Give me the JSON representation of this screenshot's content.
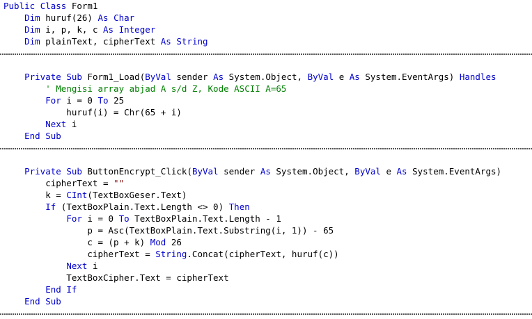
{
  "editor": {
    "language": "Visual Basic .NET",
    "background_color": "#ffffff",
    "colors": {
      "keyword": "#0000cd",
      "comment": "#008000",
      "string": "#8b1a1a",
      "plain": "#000000",
      "separator": "#555555"
    }
  },
  "lines": [
    {
      "type": "code",
      "indent": 0,
      "text": "Public Class Form1",
      "tokens": [
        {
          "t": "Public",
          "c": "kw"
        },
        {
          "t": " ",
          "c": "pln"
        },
        {
          "t": "Class",
          "c": "kw"
        },
        {
          "t": " Form1",
          "c": "pln"
        }
      ]
    },
    {
      "type": "code",
      "indent": 4,
      "text": "    Dim huruf(26) As Char",
      "tokens": [
        {
          "t": "    ",
          "c": "pln"
        },
        {
          "t": "Dim",
          "c": "kw"
        },
        {
          "t": " huruf(26) ",
          "c": "pln"
        },
        {
          "t": "As",
          "c": "kw"
        },
        {
          "t": " ",
          "c": "pln"
        },
        {
          "t": "Char",
          "c": "kw"
        }
      ]
    },
    {
      "type": "code",
      "indent": 4,
      "text": "    Dim i, p, k, c As Integer",
      "tokens": [
        {
          "t": "    ",
          "c": "pln"
        },
        {
          "t": "Dim",
          "c": "kw"
        },
        {
          "t": " i, p, k, c ",
          "c": "pln"
        },
        {
          "t": "As",
          "c": "kw"
        },
        {
          "t": " ",
          "c": "pln"
        },
        {
          "t": "Integer",
          "c": "kw"
        }
      ]
    },
    {
      "type": "code",
      "indent": 4,
      "text": "    Dim plainText, cipherText As String",
      "tokens": [
        {
          "t": "    ",
          "c": "pln"
        },
        {
          "t": "Dim",
          "c": "kw"
        },
        {
          "t": " plainText, cipherText ",
          "c": "pln"
        },
        {
          "t": "As",
          "c": "kw"
        },
        {
          "t": " ",
          "c": "pln"
        },
        {
          "t": "String",
          "c": "kw"
        }
      ]
    },
    {
      "type": "separator"
    },
    {
      "type": "blank",
      "text": ""
    },
    {
      "type": "code",
      "indent": 4,
      "text": "    Private Sub Form1_Load(ByVal sender As System.Object, ByVal e As System.EventArgs) Handles",
      "tokens": [
        {
          "t": "    ",
          "c": "pln"
        },
        {
          "t": "Private",
          "c": "kw"
        },
        {
          "t": " ",
          "c": "pln"
        },
        {
          "t": "Sub",
          "c": "kw"
        },
        {
          "t": " Form1_Load(",
          "c": "pln"
        },
        {
          "t": "ByVal",
          "c": "kw"
        },
        {
          "t": " sender ",
          "c": "pln"
        },
        {
          "t": "As",
          "c": "kw"
        },
        {
          "t": " System.Object, ",
          "c": "pln"
        },
        {
          "t": "ByVal",
          "c": "kw"
        },
        {
          "t": " e ",
          "c": "pln"
        },
        {
          "t": "As",
          "c": "kw"
        },
        {
          "t": " System.EventArgs) ",
          "c": "pln"
        },
        {
          "t": "Handles",
          "c": "kw"
        }
      ]
    },
    {
      "type": "code",
      "indent": 8,
      "text": "        ' Mengisi array abjad A s/d Z, Kode ASCII A=65",
      "tokens": [
        {
          "t": "        ",
          "c": "pln"
        },
        {
          "t": "' Mengisi array abjad A s/d Z, Kode ASCII A=65",
          "c": "cmt"
        }
      ]
    },
    {
      "type": "code",
      "indent": 8,
      "text": "        For i = 0 To 25",
      "tokens": [
        {
          "t": "        ",
          "c": "pln"
        },
        {
          "t": "For",
          "c": "kw"
        },
        {
          "t": " i = 0 ",
          "c": "pln"
        },
        {
          "t": "To",
          "c": "kw"
        },
        {
          "t": " 25",
          "c": "pln"
        }
      ]
    },
    {
      "type": "code",
      "indent": 12,
      "text": "            huruf(i) = Chr(65 + i)",
      "tokens": [
        {
          "t": "            huruf(i) = Chr(65 + i)",
          "c": "pln"
        }
      ]
    },
    {
      "type": "code",
      "indent": 8,
      "text": "        Next i",
      "tokens": [
        {
          "t": "        ",
          "c": "pln"
        },
        {
          "t": "Next",
          "c": "kw"
        },
        {
          "t": " i",
          "c": "pln"
        }
      ]
    },
    {
      "type": "code",
      "indent": 4,
      "text": "    End Sub",
      "tokens": [
        {
          "t": "    ",
          "c": "pln"
        },
        {
          "t": "End",
          "c": "kw"
        },
        {
          "t": " ",
          "c": "pln"
        },
        {
          "t": "Sub",
          "c": "kw"
        }
      ]
    },
    {
      "type": "separator"
    },
    {
      "type": "blank",
      "text": ""
    },
    {
      "type": "code",
      "indent": 4,
      "text": "    Private Sub ButtonEncrypt_Click(ByVal sender As System.Object, ByVal e As System.EventArgs)",
      "tokens": [
        {
          "t": "    ",
          "c": "pln"
        },
        {
          "t": "Private",
          "c": "kw"
        },
        {
          "t": " ",
          "c": "pln"
        },
        {
          "t": "Sub",
          "c": "kw"
        },
        {
          "t": " ButtonEncrypt_Click(",
          "c": "pln"
        },
        {
          "t": "ByVal",
          "c": "kw"
        },
        {
          "t": " sender ",
          "c": "pln"
        },
        {
          "t": "As",
          "c": "kw"
        },
        {
          "t": " System.Object, ",
          "c": "pln"
        },
        {
          "t": "ByVal",
          "c": "kw"
        },
        {
          "t": " e ",
          "c": "pln"
        },
        {
          "t": "As",
          "c": "kw"
        },
        {
          "t": " System.EventArgs)",
          "c": "pln"
        }
      ]
    },
    {
      "type": "code",
      "indent": 8,
      "text": "        cipherText = \"\"",
      "tokens": [
        {
          "t": "        cipherText = ",
          "c": "pln"
        },
        {
          "t": "\"\"",
          "c": "str"
        }
      ]
    },
    {
      "type": "code",
      "indent": 8,
      "text": "        k = CInt(TextBoxGeser.Text)",
      "tokens": [
        {
          "t": "        k = ",
          "c": "pln"
        },
        {
          "t": "CInt",
          "c": "kw"
        },
        {
          "t": "(TextBoxGeser.Text)",
          "c": "pln"
        }
      ]
    },
    {
      "type": "code",
      "indent": 8,
      "text": "        If (TextBoxPlain.Text.Length <> 0) Then",
      "tokens": [
        {
          "t": "        ",
          "c": "pln"
        },
        {
          "t": "If",
          "c": "kw"
        },
        {
          "t": " (TextBoxPlain.Text.Length <> 0) ",
          "c": "pln"
        },
        {
          "t": "Then",
          "c": "kw"
        }
      ]
    },
    {
      "type": "code",
      "indent": 12,
      "text": "            For i = 0 To TextBoxPlain.Text.Length - 1",
      "tokens": [
        {
          "t": "            ",
          "c": "pln"
        },
        {
          "t": "For",
          "c": "kw"
        },
        {
          "t": " i = 0 ",
          "c": "pln"
        },
        {
          "t": "To",
          "c": "kw"
        },
        {
          "t": " TextBoxPlain.Text.Length - 1",
          "c": "pln"
        }
      ]
    },
    {
      "type": "code",
      "indent": 16,
      "text": "                p = Asc(TextBoxPlain.Text.Substring(i, 1)) - 65",
      "tokens": [
        {
          "t": "                p = Asc(TextBoxPlain.Text.Substring(i, 1)) - 65",
          "c": "pln"
        }
      ]
    },
    {
      "type": "code",
      "indent": 16,
      "text": "                c = (p + k) Mod 26",
      "tokens": [
        {
          "t": "                c = (p + k) ",
          "c": "pln"
        },
        {
          "t": "Mod",
          "c": "kw"
        },
        {
          "t": " 26",
          "c": "pln"
        }
      ]
    },
    {
      "type": "code",
      "indent": 16,
      "text": "                cipherText = String.Concat(cipherText, huruf(c))",
      "tokens": [
        {
          "t": "                cipherText = ",
          "c": "pln"
        },
        {
          "t": "String",
          "c": "kw"
        },
        {
          "t": ".Concat(cipherText, huruf(c))",
          "c": "pln"
        }
      ]
    },
    {
      "type": "code",
      "indent": 12,
      "text": "            Next i",
      "tokens": [
        {
          "t": "            ",
          "c": "pln"
        },
        {
          "t": "Next",
          "c": "kw"
        },
        {
          "t": " i",
          "c": "pln"
        }
      ]
    },
    {
      "type": "code",
      "indent": 12,
      "text": "            TextBoxCipher.Text = cipherText",
      "tokens": [
        {
          "t": "            TextBoxCipher.Text = cipherText",
          "c": "pln"
        }
      ]
    },
    {
      "type": "code",
      "indent": 8,
      "text": "        End If",
      "tokens": [
        {
          "t": "        ",
          "c": "pln"
        },
        {
          "t": "End",
          "c": "kw"
        },
        {
          "t": " ",
          "c": "pln"
        },
        {
          "t": "If",
          "c": "kw"
        }
      ]
    },
    {
      "type": "code",
      "indent": 4,
      "text": "    End Sub",
      "tokens": [
        {
          "t": "    ",
          "c": "pln"
        },
        {
          "t": "End",
          "c": "kw"
        },
        {
          "t": " ",
          "c": "pln"
        },
        {
          "t": "Sub",
          "c": "kw"
        }
      ]
    },
    {
      "type": "separator"
    }
  ]
}
